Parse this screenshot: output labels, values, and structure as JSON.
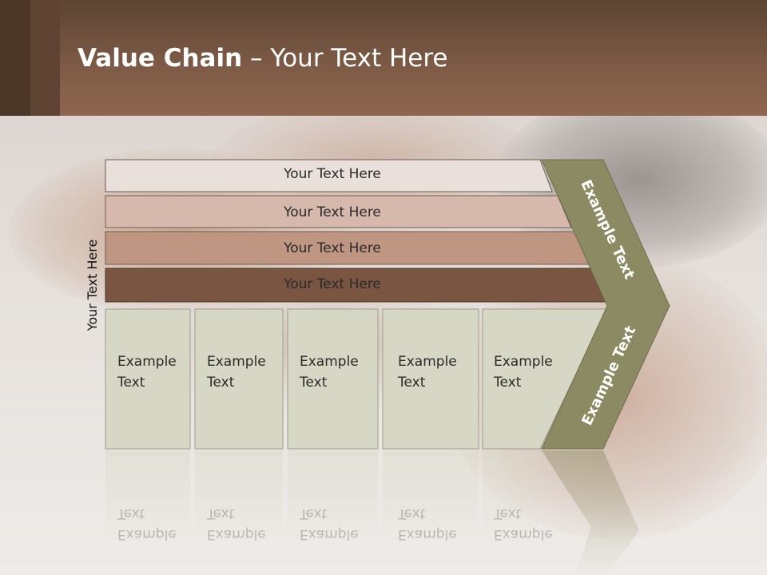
{
  "slide": {
    "title_bold": "Value Chain",
    "title_rest": " – Your Text Here",
    "side_label": "Your Text Here",
    "bars": [
      {
        "label": "Your Text Here"
      },
      {
        "label": "Your Text Here"
      },
      {
        "label": "Your Text Here"
      },
      {
        "label": "Your Text Here"
      }
    ],
    "boxes": [
      {
        "line1": "Example",
        "line2": "Text"
      },
      {
        "line1": "Example",
        "line2": "Text"
      },
      {
        "line1": "Example",
        "line2": "Text"
      },
      {
        "line1": "Example",
        "line2": "Text"
      },
      {
        "line1": "Example",
        "line2": "Text"
      }
    ],
    "chevron_upper": "Example Text",
    "chevron_lower": "Example Text",
    "colors": {
      "header": "#7c5a45",
      "bar1": "#eae0db",
      "bar2": "#d6b9ac",
      "bar3": "#bf9682",
      "bar4": "#7a5542",
      "box": "#d7d7c5",
      "chevron": "#8b8a62"
    }
  }
}
